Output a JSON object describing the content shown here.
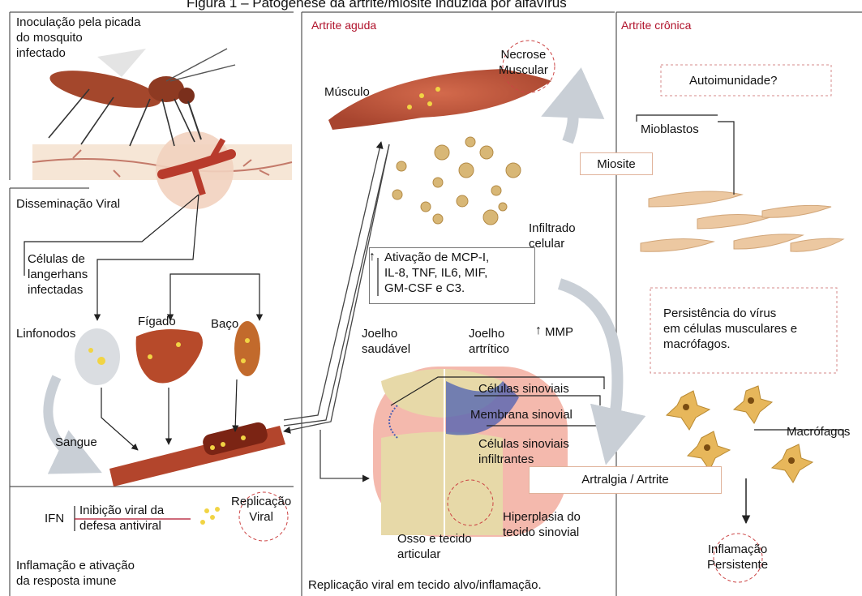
{
  "figure_title": "Figura 1 – Patogênese da artrite/miosite induzida por alfavírus",
  "left_panel": {
    "inoculation": "Inoculação pela picada\ndo mosquito\ninfectado",
    "dissemination": "Disseminação Viral",
    "langerhans": "Células de\nlangerhans\ninfectadas",
    "liver": "Fígado",
    "spleen": "Baço",
    "lymph_nodes": "Linfonodos",
    "blood": "Sangue",
    "ifn": "IFN",
    "inhibition": "Inibição viral da\ndefesa antiviral",
    "replication": "Replicação\nViral",
    "inflammation": "Inflamação e ativação\nda resposta imune"
  },
  "middle_panel": {
    "heading": "Artrite aguda",
    "muscle": "Músculo",
    "necrosis": "Necrose\nMuscular",
    "myositis": "Miosite",
    "infiltrate": "Infiltrado\ncelular",
    "activation": "Ativação de MCP-I,\nIL-8, TNF, IL6, MIF,\nGM-CSF e C3.",
    "mmp": "MMP",
    "healthy_knee": "Joelho\nsaudável",
    "arthritic_knee": "Joelho\nartrítico",
    "synovial_cells": "Células sinoviais",
    "synovial_membrane": "Membrana sinovial",
    "infiltrating_cells": "Células sinoviais\ninfiltrantes",
    "arthralgia": "Artralgia / Artrite",
    "hyperplasia": "Hiperplasia do\ntecido sinovial",
    "bone": "Osso e tecido\narticular",
    "replication_target": "Replicação viral em tecido alvo/inflamação."
  },
  "right_panel": {
    "heading": "Artrite crônica",
    "autoimmunity": "Autoimunidade?",
    "myoblasts": "Mioblastos",
    "persistence": "Persistência do vírus\nem células musculares e\nmacrófagos.",
    "macrophages": "Macrófagos",
    "persistent": "Inflamação\nPersistente"
  }
}
